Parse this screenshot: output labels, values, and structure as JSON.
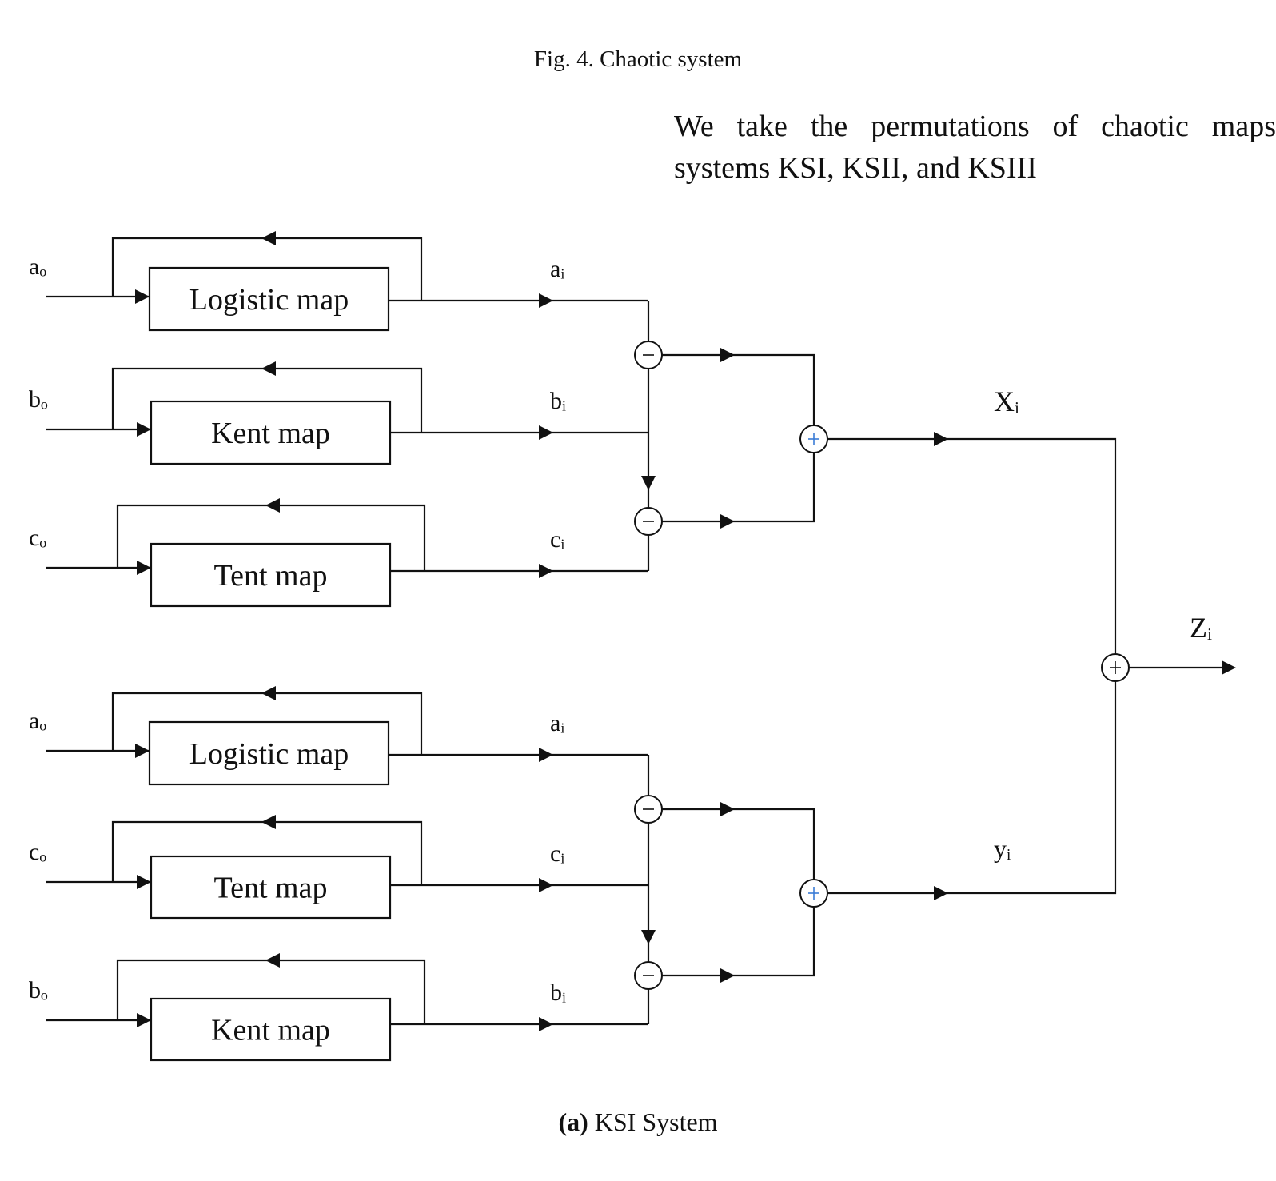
{
  "figure_title": "Fig. 4.  Chaotic system",
  "paragraph": {
    "line1": "We take the permutations of chaotic maps",
    "line2": "systems KSI, KSII, and KSIII"
  },
  "caption": {
    "label": "(a)",
    "text": " KSI System"
  },
  "diagram": {
    "colors": {
      "line": "#111111",
      "plus_sign": "#3a7bd5"
    },
    "groups": [
      {
        "id": "upper",
        "blocks": [
          {
            "input": "aₒ",
            "map": "Logistic map",
            "output": "aᵢ"
          },
          {
            "input": "bₒ",
            "map": "Kent map",
            "output": "bᵢ"
          },
          {
            "input": "cₒ",
            "map": "Tent map",
            "output": "cᵢ"
          }
        ],
        "subtractors": [
          "−",
          "−"
        ],
        "adder": "+",
        "result": "Xᵢ"
      },
      {
        "id": "lower",
        "blocks": [
          {
            "input": "aₒ",
            "map": "Logistic map",
            "output": "aᵢ"
          },
          {
            "input": "cₒ",
            "map": "Tent map",
            "output": "cᵢ"
          },
          {
            "input": "bₒ",
            "map": "Kent map",
            "output": "bᵢ"
          }
        ],
        "subtractors": [
          "−",
          "−"
        ],
        "adder": "+",
        "result": "yᵢ"
      }
    ],
    "final_adder": "+",
    "final_output": "Zᵢ"
  }
}
